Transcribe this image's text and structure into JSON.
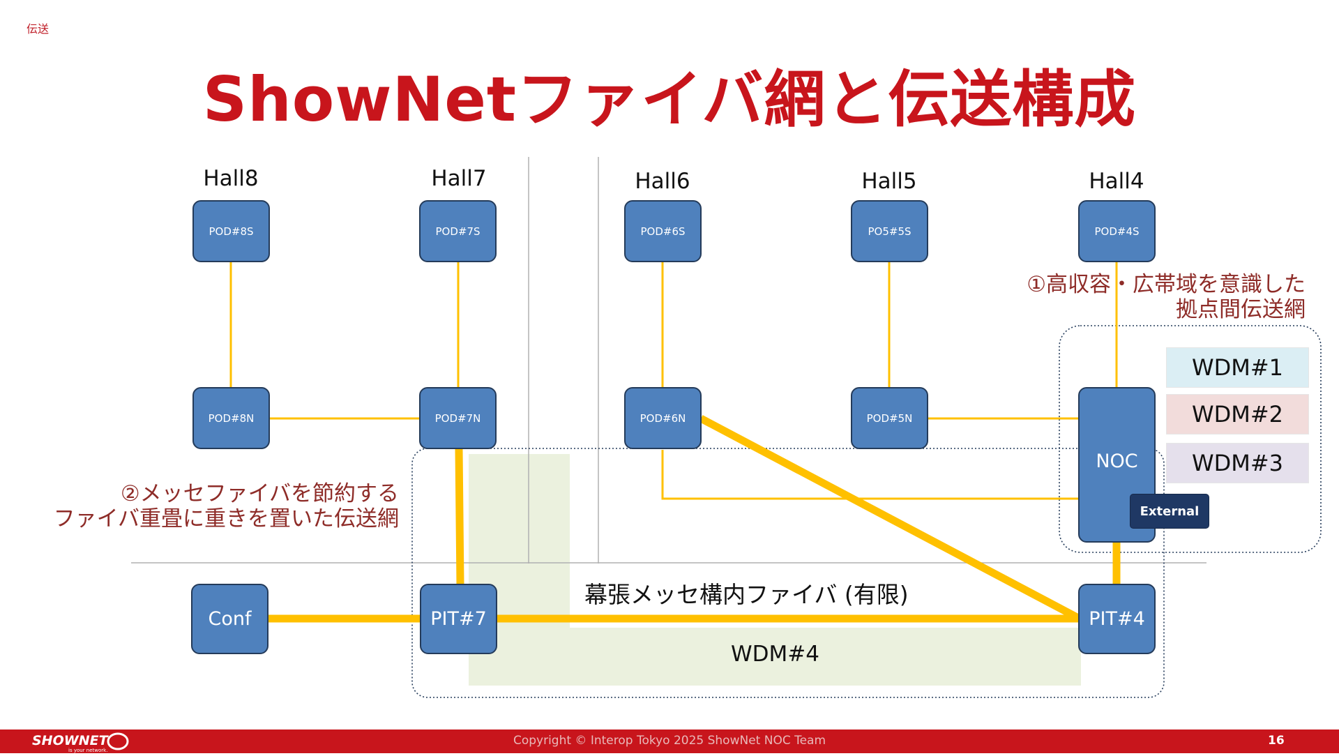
{
  "slide": {
    "section_tag": "伝送",
    "title": "ShowNetファイバ網と伝送構成",
    "page_number": "16",
    "copyright": "Copyright © Interop Tokyo 2025 ShowNet NOC Team",
    "logo_text": "SHOWNET",
    "logo_tagline": "is your network."
  },
  "halls": [
    "Hall8",
    "Hall7",
    "Hall6",
    "Hall5",
    "Hall4"
  ],
  "nodes": {
    "pod8s": "POD#8S",
    "pod7s": "POD#7S",
    "pod6s": "POD#6S",
    "pod5s": "PO5#5S",
    "pod4s": "POD#4S",
    "pod8n": "POD#8N",
    "pod7n": "POD#7N",
    "pod6n": "POD#6N",
    "pod5n": "POD#5N",
    "noc": "NOC",
    "conf": "Conf",
    "pit7": "PIT#7",
    "pit4": "PIT#4",
    "external": "External"
  },
  "wdm": {
    "w1": "WDM#1",
    "w2": "WDM#2",
    "w3": "WDM#3",
    "w4": "WDM#4",
    "colors": {
      "w1": "#dbeef4",
      "w2": "#f2dcdb",
      "w3": "#e5e0ec",
      "w4": "#ebf1de"
    }
  },
  "notes": {
    "note1_line1": "①高収容・広帯域を意識した",
    "note1_line2": "拠点間伝送網",
    "note2_line1": "②メッセファイバを節約する",
    "note2_line2": "ファイバ重畳に重きを置いた伝送網"
  },
  "labels": {
    "makuhari_fiber": "幕張メッセ構内ファイバ (有限)"
  },
  "colors": {
    "title": "#c8151c",
    "node": "#4f81bd",
    "link": "#ffc000",
    "footer": "#c8151c"
  }
}
